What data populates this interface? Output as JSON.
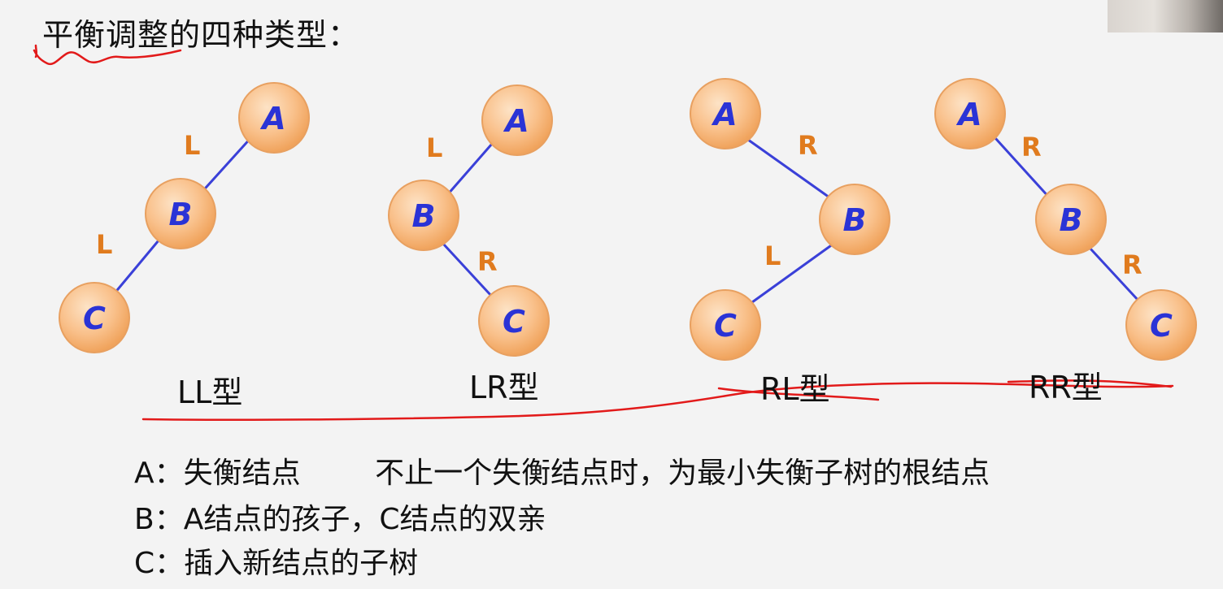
{
  "title": "平衡调整的四种类型：",
  "colors": {
    "node_fill": "#f9c08a",
    "node_text": "#2a33d6",
    "edge_line": "#3a40d8",
    "edge_label": "#e07b1e",
    "annotation": "#e21a1a"
  },
  "types": [
    {
      "label": "LL型",
      "nodes": [
        "A",
        "B",
        "C"
      ],
      "edges": [
        "L",
        "L"
      ]
    },
    {
      "label": "LR型",
      "nodes": [
        "A",
        "B",
        "C"
      ],
      "edges": [
        "L",
        "R"
      ]
    },
    {
      "label": "RL型",
      "nodes": [
        "A",
        "B",
        "C"
      ],
      "edges": [
        "R",
        "L"
      ]
    },
    {
      "label": "RR型",
      "nodes": [
        "A",
        "B",
        "C"
      ],
      "edges": [
        "R",
        "R"
      ]
    }
  ],
  "descriptions": [
    {
      "text": "A：失衡结点        不止一个失衡结点时，为最小失衡子树的根结点"
    },
    {
      "text": "B：A结点的孩子，C结点的双亲"
    },
    {
      "text": "C：插入新结点的子树"
    }
  ]
}
